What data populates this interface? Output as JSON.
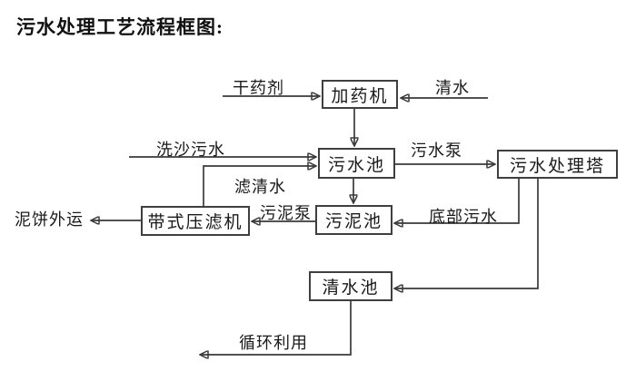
{
  "title": "污水处理工艺流程框图:",
  "nodes": {
    "dosing_machine": {
      "label": "加药机"
    },
    "sewage_pool": {
      "label": "污水池"
    },
    "treatment_tower": {
      "label": "污水处理塔"
    },
    "belt_filter_press": {
      "label": "带式压滤机"
    },
    "sludge_pool": {
      "label": "污泥池"
    },
    "clean_water_pool": {
      "label": "清水池"
    }
  },
  "flow_labels": {
    "dry_agent": "干药剂",
    "clean_water": "清水",
    "sand_washing_sewage": "洗沙污水",
    "sewage_pump": "污水泵",
    "filtered_water": "滤清水",
    "mud_cake_transport": "泥饼外运",
    "sludge_pump": "污泥泵",
    "bottom_sewage": "底部污水",
    "recycle_use": "循环利用"
  },
  "edges": [
    {
      "label": "干药剂",
      "to": "加药机"
    },
    {
      "label": "清水",
      "to": "加药机"
    },
    {
      "from": "加药机",
      "to": "污水池"
    },
    {
      "label": "洗沙污水",
      "to": "污水池"
    },
    {
      "from": "带式压滤机",
      "label": "滤清水",
      "to": "污水池"
    },
    {
      "from": "污水池",
      "label": "污水泵",
      "to": "污水处理塔"
    },
    {
      "from": "污水池",
      "to": "污泥池"
    },
    {
      "from": "污水处理塔",
      "label": "底部污水",
      "to": "污泥池"
    },
    {
      "from": "污泥池",
      "label": "污泥泵",
      "to": "带式压滤机"
    },
    {
      "from": "带式压滤机",
      "label": "泥饼外运"
    },
    {
      "from": "污水处理塔",
      "to": "清水池"
    },
    {
      "from": "清水池",
      "label": "循环利用"
    }
  ],
  "colors": {
    "background": "#ffffff",
    "line": "#3a3a3a",
    "text": "#1a1a1a"
  }
}
